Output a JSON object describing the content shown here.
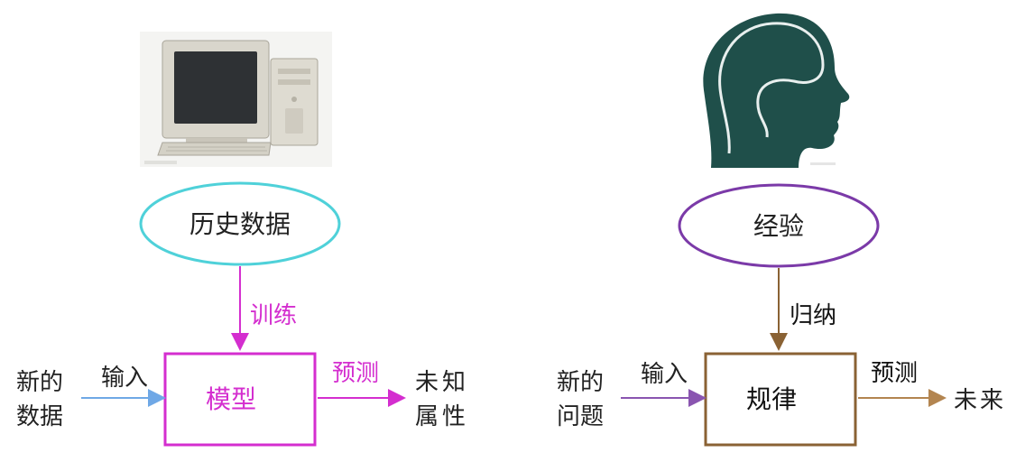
{
  "left": {
    "ellipse_label": "历史数据",
    "edge_label": "训练",
    "box_label": "模型",
    "input_lines": [
      "新的",
      "数据"
    ],
    "input_label": "输入",
    "output_label": "预测",
    "output_lines": [
      "未知",
      "属性"
    ],
    "colors": {
      "ellipse": "#4fd1d9",
      "pink": "#d42ecf",
      "input_arrow": "#6fa8e6"
    }
  },
  "right": {
    "ellipse_label": "经验",
    "edge_label": "归纳",
    "box_label": "规律",
    "input_lines": [
      "新的",
      "问题"
    ],
    "input_label": "输入",
    "output_label": "预测",
    "output_lines": [
      "未来"
    ],
    "colors": {
      "ellipse": "#7b3aa8",
      "brown": "#8a6234",
      "input_arrow": "#8a55b0",
      "output_arrow": "#b38550"
    }
  },
  "images": {
    "left": "computer-icon",
    "right": "human-head-icon",
    "head_color": "#1f4f4a"
  }
}
